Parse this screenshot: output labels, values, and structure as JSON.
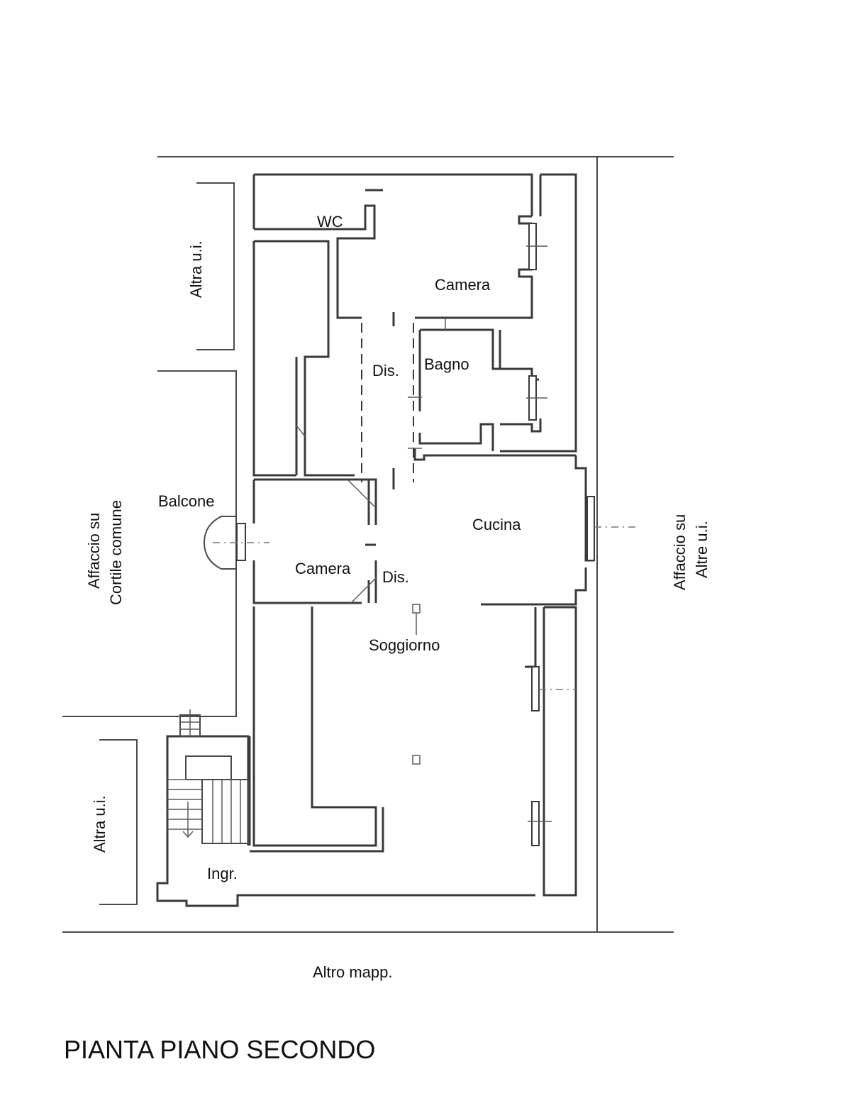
{
  "rooms": {
    "wc": "WC",
    "camera_top": "Camera",
    "dis_top": "Dis.",
    "bagno": "Bagno",
    "balcone": "Balcone",
    "cucina": "Cucina",
    "camera_mid": "Camera",
    "dis_mid": "Dis.",
    "soggiorno": "Soggiorno",
    "ingr": "Ingr."
  },
  "surroundings": {
    "altra_ui_top": "Altra u.i.",
    "altra_ui_bottom": "Altra u.i.",
    "affaccio_left_line1": "Affaccio su",
    "affaccio_left_line2": "Cortile comune",
    "affaccio_right_line1": "Affaccio su",
    "affaccio_right_line2": "Altre u.i.",
    "altro_mapp": "Altro mapp."
  },
  "title": "PIANTA PIANO SECONDO"
}
